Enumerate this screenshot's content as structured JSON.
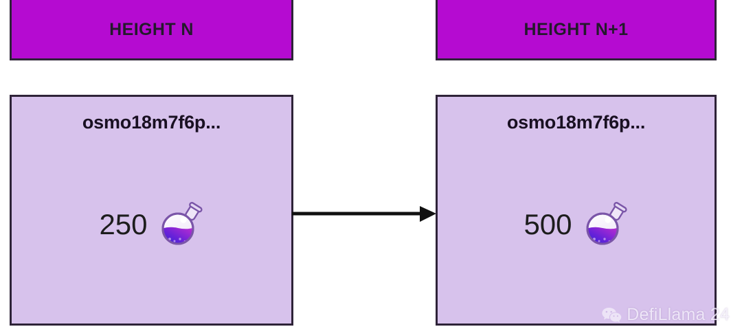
{
  "diagram": {
    "title_hidden": "",
    "colors": {
      "header_fill": "#b50bd1",
      "body_fill": "#d7c2ec",
      "border": "#2e2338",
      "text_dark": "#191022",
      "arrow": "#111111",
      "watermark_text": "#f4eefb"
    },
    "columns": [
      {
        "id": "before",
        "header_label": "HEIGHT N",
        "address": "osmo18m7f6p...",
        "balance": "250",
        "icon": "potion-bottle-icon"
      },
      {
        "id": "after",
        "header_label": "HEIGHT N+1",
        "address": "osmo18m7f6p...",
        "balance": "500",
        "icon": "potion-bottle-icon"
      }
    ],
    "arrow": {
      "name": "transition-arrow",
      "direction": "right"
    },
    "watermark": {
      "icon": "wechat-icon",
      "label": "DefiLlama 24"
    }
  }
}
